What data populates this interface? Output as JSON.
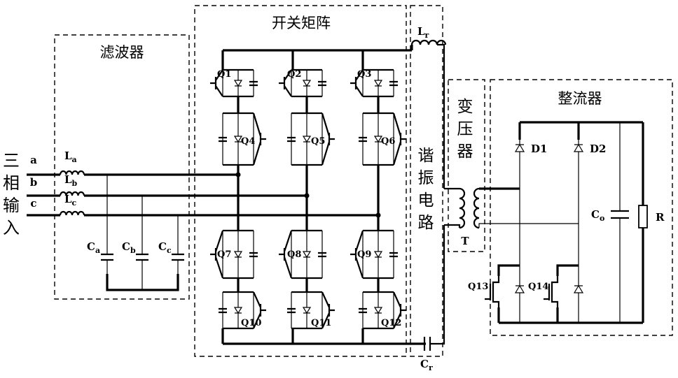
{
  "labels": {
    "filter": "滤波器",
    "switch_matrix": "开关矩阵",
    "resonant": [
      "谐",
      "振",
      "电",
      "路"
    ],
    "transformer": [
      "变",
      "压",
      "器"
    ],
    "rectifier": "整流器",
    "input": [
      "三",
      "相",
      "输",
      "入"
    ],
    "phases": [
      "a",
      "b",
      "c"
    ],
    "filter_inductors": [
      {
        "main": "L",
        "sub": "a"
      },
      {
        "main": "L",
        "sub": "b"
      },
      {
        "main": "L",
        "sub": "c"
      }
    ],
    "filter_capacitors": [
      {
        "main": "C",
        "sub": "a"
      },
      {
        "main": "C",
        "sub": "b"
      },
      {
        "main": "C",
        "sub": "c"
      }
    ],
    "upper_switches": [
      "Q1",
      "Q2",
      "Q3"
    ],
    "upper_mid_switches": [
      "Q4",
      "Q5",
      "Q6"
    ],
    "lower_mid_switches": [
      "Q7",
      "Q8",
      "Q9"
    ],
    "lower_switches": [
      "Q10",
      "Q11",
      "Q12"
    ],
    "resonant_inductor": {
      "main": "L",
      "sub": "r"
    },
    "resonant_capacitor": {
      "main": "C",
      "sub": "r"
    },
    "transformer_label": "T",
    "diodes": [
      "D1",
      "D2"
    ],
    "rect_switches": [
      "Q13",
      "Q14"
    ],
    "output_capacitor": {
      "main": "C",
      "sub": "o"
    },
    "load": "R"
  }
}
